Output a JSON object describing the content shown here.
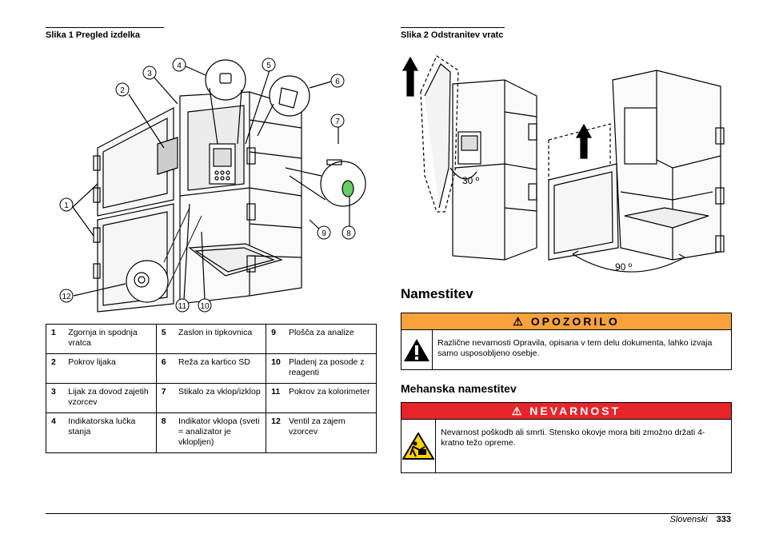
{
  "figure1": {
    "caption": "Slika 1  Pregled izdelka",
    "callouts": [
      "1",
      "2",
      "3",
      "4",
      "5",
      "6",
      "7",
      "8",
      "9",
      "10",
      "11",
      "12"
    ]
  },
  "figure2": {
    "caption": "Slika 2  Odstranitev vratc",
    "angle_small": "30 º",
    "angle_large": "90 º"
  },
  "legend": {
    "rows": [
      [
        {
          "n": "1",
          "t": "Zgornja in spodnja vratca"
        },
        {
          "n": "5",
          "t": "Zaslon in tipkovnica"
        },
        {
          "n": "9",
          "t": "Plošča za analize"
        }
      ],
      [
        {
          "n": "2",
          "t": "Pokrov lijaka"
        },
        {
          "n": "6",
          "t": "Reža za kartico SD"
        },
        {
          "n": "10",
          "t": "Pladenj za posode z reagenti"
        }
      ],
      [
        {
          "n": "3",
          "t": "Lijak za dovod zajetih vzorcev"
        },
        {
          "n": "7",
          "t": "Stikalo za vklop/izklop"
        },
        {
          "n": "11",
          "t": "Pokrov za kolorimeter"
        }
      ],
      [
        {
          "n": "4",
          "t": "Indikatorska lučka stanja"
        },
        {
          "n": "8",
          "t": "Indikator vklopa (sveti = analizator je vklopljen)"
        },
        {
          "n": "12",
          "t": "Ventil za zajem vzorcev"
        }
      ]
    ]
  },
  "section": {
    "title": "Namestitev",
    "warning": {
      "label": "OPOZORILO",
      "text": "Različne nevarnosti Opravila, opisana v tem delu dokumenta, lahko izvaja samo usposobljeno osebje.",
      "color": "#f7a23b",
      "icon": "warning-triangle-icon"
    },
    "subtitle": "Mehanska namestitev",
    "danger": {
      "label": "NEVARNOST",
      "text": "Nevarnost poškodb ali smrti. Stensko okovje mora biti zmožno držati 4-kratno težo opreme.",
      "color": "#e8242b",
      "icon": "heavy-object-icon"
    }
  },
  "footer": {
    "language": "Slovenski",
    "page_number": "333"
  }
}
